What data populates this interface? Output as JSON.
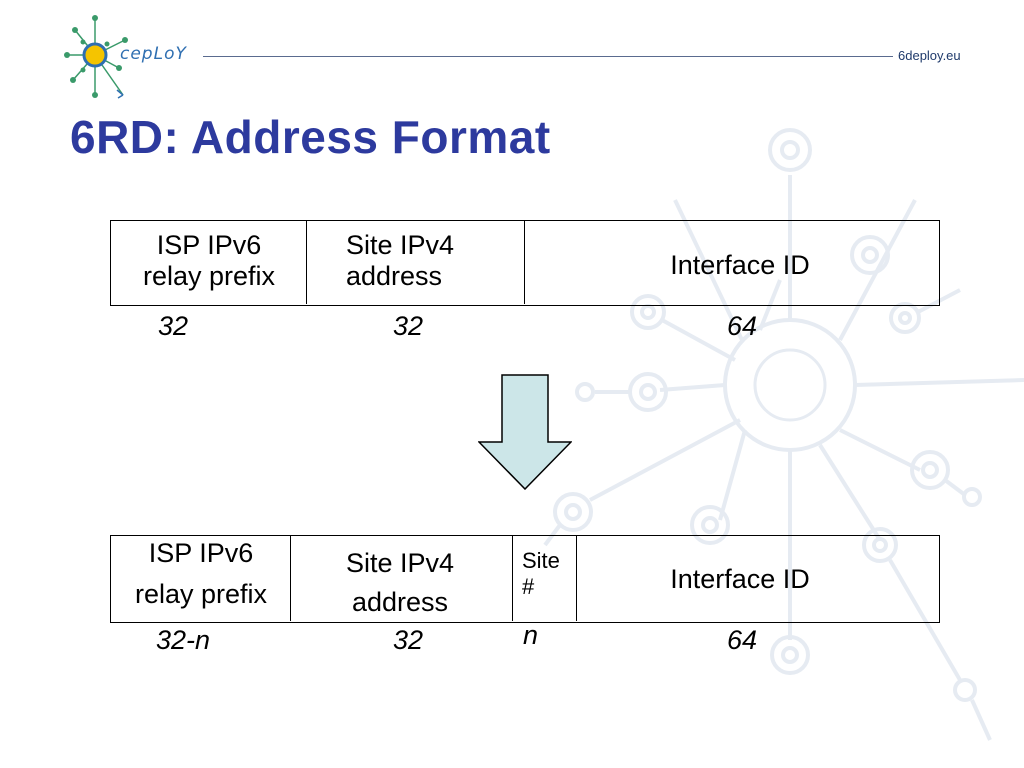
{
  "header": {
    "logo_text": "cepLoY",
    "site_url": "6deploy.eu"
  },
  "title": "6RD: Address Format",
  "diagram": {
    "top_row": {
      "field1": {
        "line1": "ISP IPv6",
        "line2": "relay prefix",
        "bits": "32"
      },
      "field2": {
        "line1": "Site IPv4",
        "line2": "address",
        "bits": "32"
      },
      "field3": {
        "label": "Interface ID",
        "bits": "64"
      }
    },
    "bottom_row": {
      "field1": {
        "line1": "ISP IPv6",
        "line2": "relay prefix",
        "bits": "32-n"
      },
      "field2": {
        "line1": "Site IPv4",
        "line2": "address",
        "bits": "32"
      },
      "field3": {
        "line1": "Site",
        "line2": "#",
        "bits": "n"
      },
      "field4": {
        "label": "Interface ID",
        "bits": "64"
      }
    },
    "arrow_color": "#cce6e8"
  }
}
